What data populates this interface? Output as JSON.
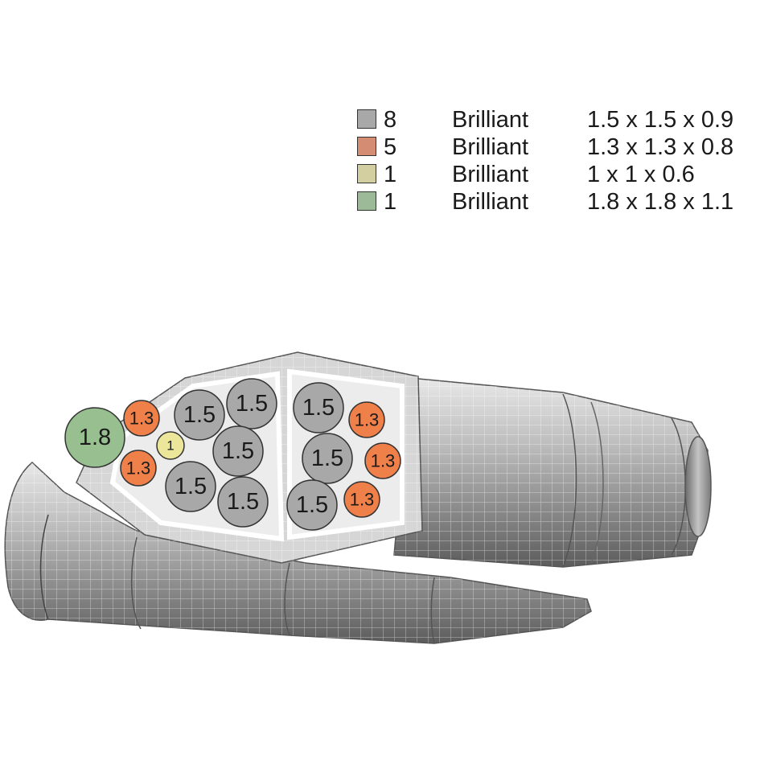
{
  "legend": [
    {
      "count": "8",
      "cut": "Brilliant",
      "dims": "1.5 x 1.5 x 0.9",
      "color": "#a8a8a8"
    },
    {
      "count": "5",
      "cut": "Brilliant",
      "dims": "1.3 x 1.3 x 0.8",
      "color": "#d48c72"
    },
    {
      "count": "1",
      "cut": "Brilliant",
      "dims": "1 x 1 x 0.6",
      "color": "#d4cfa0"
    },
    {
      "count": "1",
      "cut": "Brilliant",
      "dims": "1.8 x 1.8 x 1.1",
      "color": "#9cba98"
    }
  ],
  "stone_colors": {
    "1.5": "#a8a8a8",
    "1.3": "#f0804a",
    "1": "#ece69a",
    "1.8": "#98bf8f"
  },
  "stones": [
    {
      "label": "1.8",
      "size": "1.8"
    },
    {
      "label": "1.3",
      "size": "1.3"
    },
    {
      "label": "1.3",
      "size": "1.3"
    },
    {
      "label": "1",
      "size": "1"
    },
    {
      "label": "1.5",
      "size": "1.5"
    },
    {
      "label": "1.5",
      "size": "1.5"
    },
    {
      "label": "1.5",
      "size": "1.5"
    },
    {
      "label": "1.5",
      "size": "1.5"
    },
    {
      "label": "1.5",
      "size": "1.5"
    },
    {
      "label": "1.5",
      "size": "1.5"
    },
    {
      "label": "1.5",
      "size": "1.5"
    },
    {
      "label": "1.5",
      "size": "1.5"
    },
    {
      "label": "1.3",
      "size": "1.3"
    },
    {
      "label": "1.3",
      "size": "1.3"
    },
    {
      "label": "1.3",
      "size": "1.3"
    }
  ]
}
